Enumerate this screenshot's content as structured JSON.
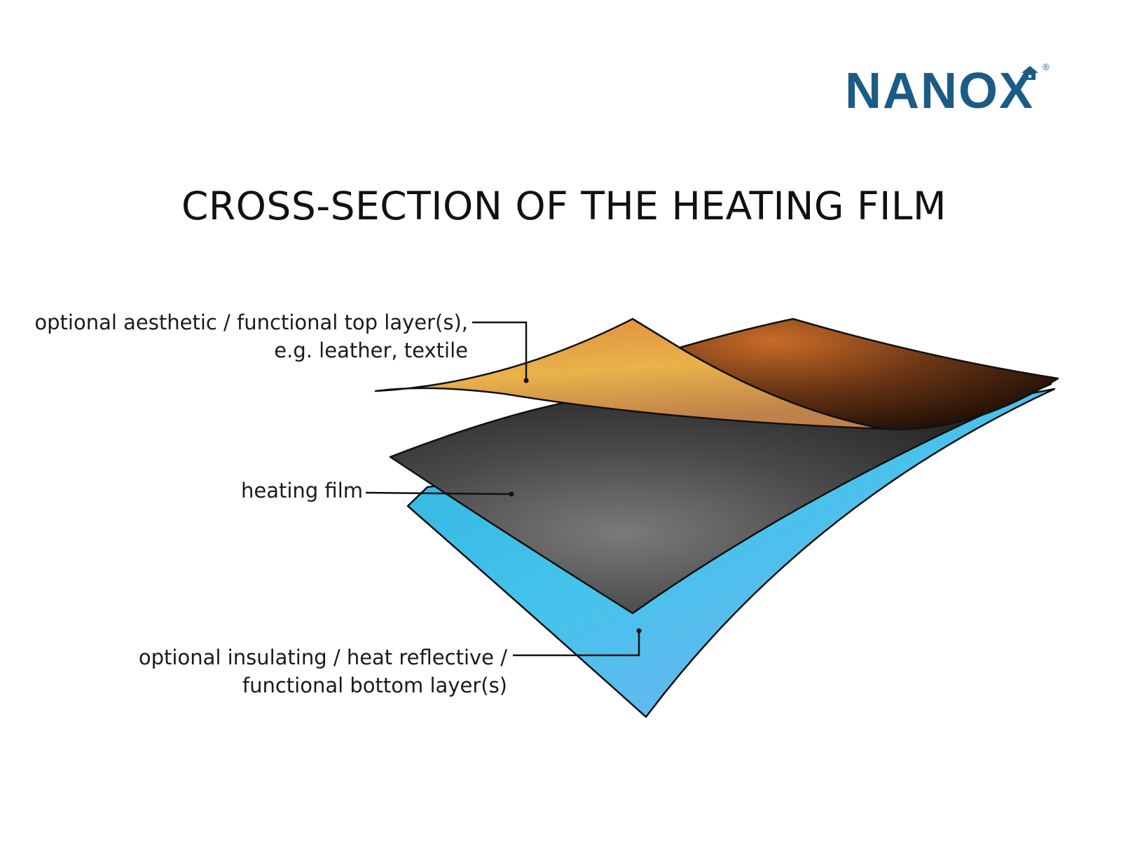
{
  "logo": {
    "text": "NANOX",
    "registered_mark": "®",
    "color": "#1b5c86"
  },
  "title": "CROSS-SECTION OF THE HEATING FILM",
  "layers": {
    "top": {
      "label_line1": "optional aesthetic / functional top layer(s),",
      "label_line2": "e.g. leather,  textile",
      "color": "#d88c3f"
    },
    "middle": {
      "label_line1": "heating film",
      "color": "#3a3a3a"
    },
    "bottom": {
      "label_line1": "optional insulating / heat reflective /",
      "label_line2": "functional bottom layer(s)",
      "color": "#3aa9e0"
    }
  }
}
